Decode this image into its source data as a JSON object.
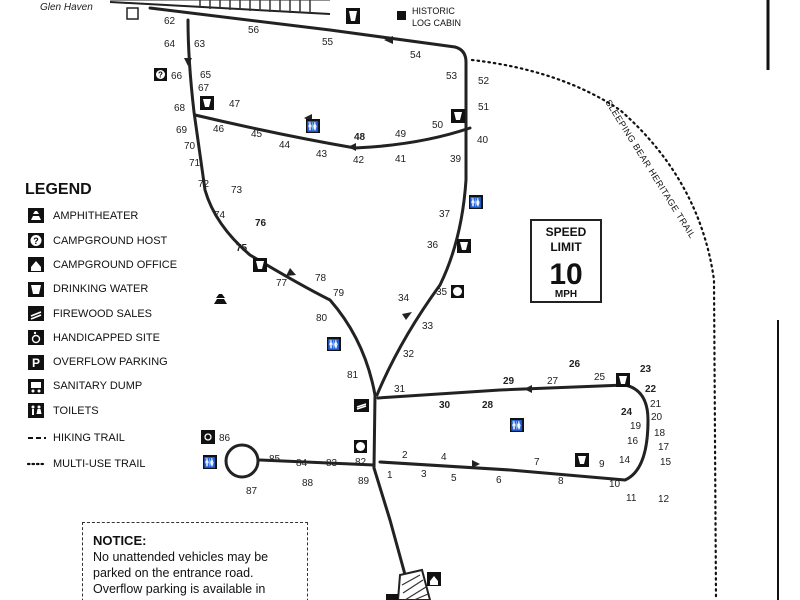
{
  "map": {
    "place_label": "Glen Haven",
    "historic_label": [
      "HISTORIC",
      "LOG CABIN"
    ],
    "trail_label": "SLEEPING BEAR HERITAGE TRAIL",
    "speed_sign": {
      "line1": "SPEED",
      "line2": "LIMIT",
      "value": "10",
      "unit": "MPH"
    },
    "legend": {
      "title": "LEGEND",
      "items": [
        {
          "icon": "amphitheater-icon",
          "label": "AMPHITHEATER"
        },
        {
          "icon": "campground-host-icon",
          "label": "CAMPGROUND HOST"
        },
        {
          "icon": "campground-office-icon",
          "label": "CAMPGROUND OFFICE"
        },
        {
          "icon": "drinking-water-icon",
          "label": "DRINKING WATER"
        },
        {
          "icon": "firewood-sales-icon",
          "label": "FIREWOOD SALES"
        },
        {
          "icon": "handicapped-site-icon",
          "label": "HANDICAPPED SITE"
        },
        {
          "icon": "overflow-parking-icon",
          "label": "OVERFLOW PARKING"
        },
        {
          "icon": "sanitary-dump-icon",
          "label": "SANITARY DUMP"
        },
        {
          "icon": "toilets-icon",
          "label": "TOILETS"
        },
        {
          "icon": "hiking-trail-icon",
          "label": "HIKING TRAIL"
        },
        {
          "icon": "multi-use-trail-icon",
          "label": "MULTI-USE TRAIL"
        }
      ]
    },
    "notice": {
      "title": "NOTICE:",
      "lines": [
        "No unattended vehicles may be",
        "parked on the entrance road.",
        "Overflow parking is available in"
      ]
    },
    "sites": [
      {
        "n": "62"
      },
      {
        "n": "63"
      },
      {
        "n": "64"
      },
      {
        "n": "55"
      },
      {
        "n": "56"
      },
      {
        "n": "54"
      },
      {
        "n": "53"
      },
      {
        "n": "52"
      },
      {
        "n": "51"
      },
      {
        "n": "66"
      },
      {
        "n": "65"
      },
      {
        "n": "67"
      },
      {
        "n": "68"
      },
      {
        "n": "47"
      },
      {
        "n": "69"
      },
      {
        "n": "46"
      },
      {
        "n": "45"
      },
      {
        "n": "44"
      },
      {
        "n": "43"
      },
      {
        "n": "42"
      },
      {
        "n": "48"
      },
      {
        "n": "49"
      },
      {
        "n": "41"
      },
      {
        "n": "50"
      },
      {
        "n": "40"
      },
      {
        "n": "39"
      },
      {
        "n": "70"
      },
      {
        "n": "71"
      },
      {
        "n": "72"
      },
      {
        "n": "73"
      },
      {
        "n": "74"
      },
      {
        "n": "76"
      },
      {
        "n": "75"
      },
      {
        "n": "77"
      },
      {
        "n": "78"
      },
      {
        "n": "79"
      },
      {
        "n": "80"
      },
      {
        "n": "81"
      },
      {
        "n": "37"
      },
      {
        "n": "36"
      },
      {
        "n": "35"
      },
      {
        "n": "34"
      },
      {
        "n": "33"
      },
      {
        "n": "32"
      },
      {
        "n": "31"
      },
      {
        "n": "26"
      },
      {
        "n": "25"
      },
      {
        "n": "23"
      },
      {
        "n": "22"
      },
      {
        "n": "21"
      },
      {
        "n": "20"
      },
      {
        "n": "19"
      },
      {
        "n": "18"
      },
      {
        "n": "17"
      },
      {
        "n": "16"
      },
      {
        "n": "15"
      },
      {
        "n": "14"
      },
      {
        "n": "24"
      },
      {
        "n": "29"
      },
      {
        "n": "27"
      },
      {
        "n": "30"
      },
      {
        "n": "28"
      },
      {
        "n": "86"
      },
      {
        "n": "85"
      },
      {
        "n": "84"
      },
      {
        "n": "83"
      },
      {
        "n": "82"
      },
      {
        "n": "87"
      },
      {
        "n": "88"
      },
      {
        "n": "89"
      },
      {
        "n": "1"
      },
      {
        "n": "2"
      },
      {
        "n": "3"
      },
      {
        "n": "4"
      },
      {
        "n": "5"
      },
      {
        "n": "6"
      },
      {
        "n": "7"
      },
      {
        "n": "8"
      },
      {
        "n": "9"
      },
      {
        "n": "10"
      },
      {
        "n": "11"
      },
      {
        "n": "12"
      }
    ]
  }
}
